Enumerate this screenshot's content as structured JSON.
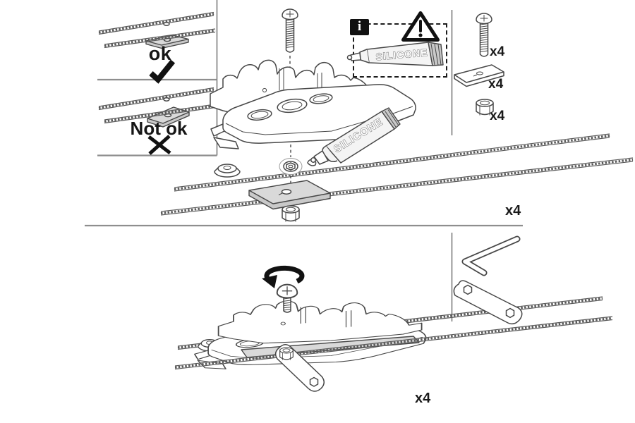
{
  "document": {
    "type": "assembly-instruction-sheet",
    "background": "#ffffff",
    "ink_color": "#474747",
    "black": "#111111",
    "plate_fill": "#d9d9d9",
    "divider_color": "#8e8e8e"
  },
  "placement_panels": {
    "ok": {
      "label": "ok",
      "result_icon": "check-icon"
    },
    "not_ok": {
      "label": "Not ok",
      "result_icon": "cross-icon"
    }
  },
  "info_note": {
    "badge": "i",
    "warning_icon": "warning-triangle-icon",
    "tube_label": "SILICONE"
  },
  "exploded_step": {
    "tube_label": "SILICONE",
    "quantity": "x4",
    "parts_shown": [
      "pan-head-screw",
      "adapter-bracket",
      "foot-pad",
      "silicone-tube",
      "roof-rail",
      "backing-plate",
      "lock-nut"
    ]
  },
  "fastener_list": {
    "items": [
      {
        "part": "pan-head-screw",
        "quantity": "x4"
      },
      {
        "part": "backing-plate",
        "quantity": "x4"
      },
      {
        "part": "lock-nut",
        "quantity": "x4"
      }
    ]
  },
  "tighten_step": {
    "rotate_icon": "rotate-clockwise-arrow-icon",
    "quantity": "x4",
    "tools": [
      "hex-key-icon",
      "spanner-plate-icon"
    ]
  }
}
